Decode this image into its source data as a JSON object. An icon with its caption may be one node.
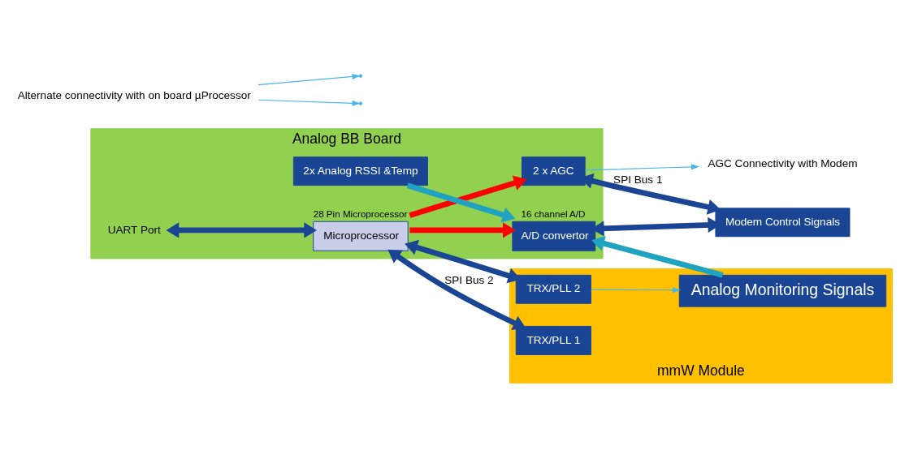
{
  "diagram": {
    "nodes": [
      {
        "text": [
          "Analog BB Board"
        ]
      },
      {
        "text": [
          "mmW Module"
        ]
      },
      {
        "text": [
          "UART Port"
        ],
        "in": 0
      },
      {
        "text": [
          "Microprocessor"
        ],
        "in": 0,
        "beside": [
          "28 Pin Microprocessor"
        ]
      },
      {
        "text": [
          "2 x AGC"
        ],
        "in": 0
      },
      {
        "text": [
          "A/D convertor"
        ],
        "in": 0,
        "beside": [
          "16 channel A/D"
        ]
      },
      {
        "text": [
          "2x Analog RSSI &Temp"
        ],
        "in": 0
      },
      {
        "text": [
          "TRX/PLL 1"
        ],
        "in": 1
      },
      {
        "text": [
          "TRX/PLL 2"
        ],
        "in": 1
      },
      {
        "text": [
          "Analog Monitoring Signals"
        ],
        "in": 1
      },
      {
        "text": [
          "Modem Control Signals"
        ]
      },
      {
        "text": [
          "Alternate connectivity with on board µProcessor"
        ]
      },
      {
        "text": [
          "AGC Connectivity with Modem"
        ]
      }
    ],
    "edges": [
      {
        "from": 2,
        "to": 3,
        "arrow": "both"
      },
      {
        "from": 3,
        "to": 7,
        "arrow": "both",
        "label": "SPI Bus 2"
      },
      {
        "from": 3,
        "to": 8,
        "arrow": "both"
      },
      {
        "from": 3,
        "to": 4,
        "arrow": "to",
        "color": "#ff0000"
      },
      {
        "from": 3,
        "to": 5,
        "arrow": "to",
        "color": "#ff0000"
      },
      {
        "from": 6,
        "to": 5,
        "arrow": "to",
        "color": "#1fa3c0"
      },
      {
        "from": 8,
        "to": 9,
        "arrow": "to",
        "color": "#4ab5e8"
      },
      {
        "from": 9,
        "to": 5,
        "arrow": "to",
        "color": "#1fa3c0"
      },
      {
        "from": 4,
        "to": 10,
        "arrow": "both",
        "label": "SPI Bus 1"
      },
      {
        "from": 5,
        "to": 10,
        "arrow": "both"
      },
      {
        "from": 11,
        "to": null,
        "arrow": "to",
        "color": "#4ab5e8"
      },
      {
        "from": 11,
        "to": null,
        "arrow": "to",
        "color": "#4ab5e8"
      },
      {
        "from": 4,
        "to": 12,
        "arrow": "to",
        "color": "#4ab5e8"
      }
    ]
  }
}
